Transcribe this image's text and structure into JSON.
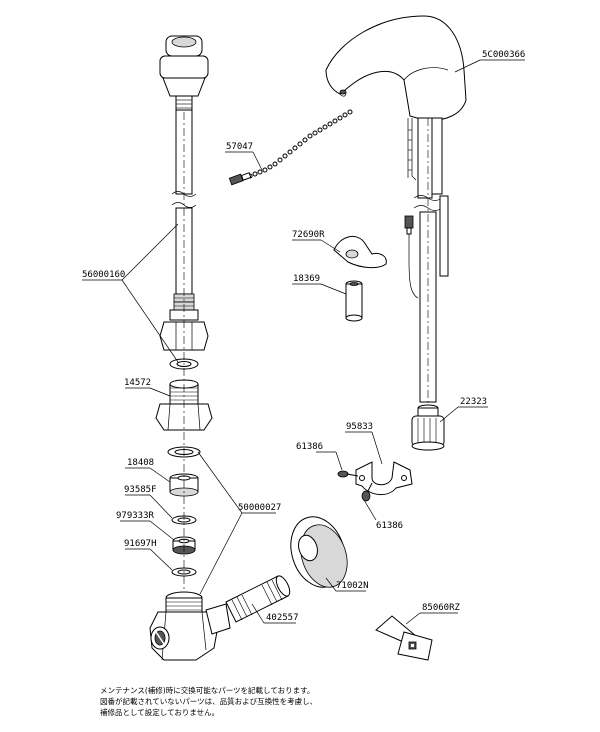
{
  "parts": {
    "faucet_body": "5C000366",
    "chain": "57047",
    "flex_hose": "56000160",
    "clip": "72690R",
    "spacer": "18369",
    "nut": "22323",
    "bracket": "95833",
    "screw_a": "61386",
    "screw_b": "61386",
    "adapter": "14572",
    "bushing": "18408",
    "washer_a": "93585F",
    "check_valve": "979333R",
    "washer_b": "91697H",
    "stop_valve": "50000027",
    "nipple": "402557",
    "flange": "71002N",
    "key": "85060RZ"
  },
  "note": {
    "line1": "メンテナンス(補修)時に交換可能なパーツを記載しております。",
    "line2": "図番が記載されていないパーツは、品質および互換性を考慮し、",
    "line3": "補修品として設定しておりません。"
  }
}
